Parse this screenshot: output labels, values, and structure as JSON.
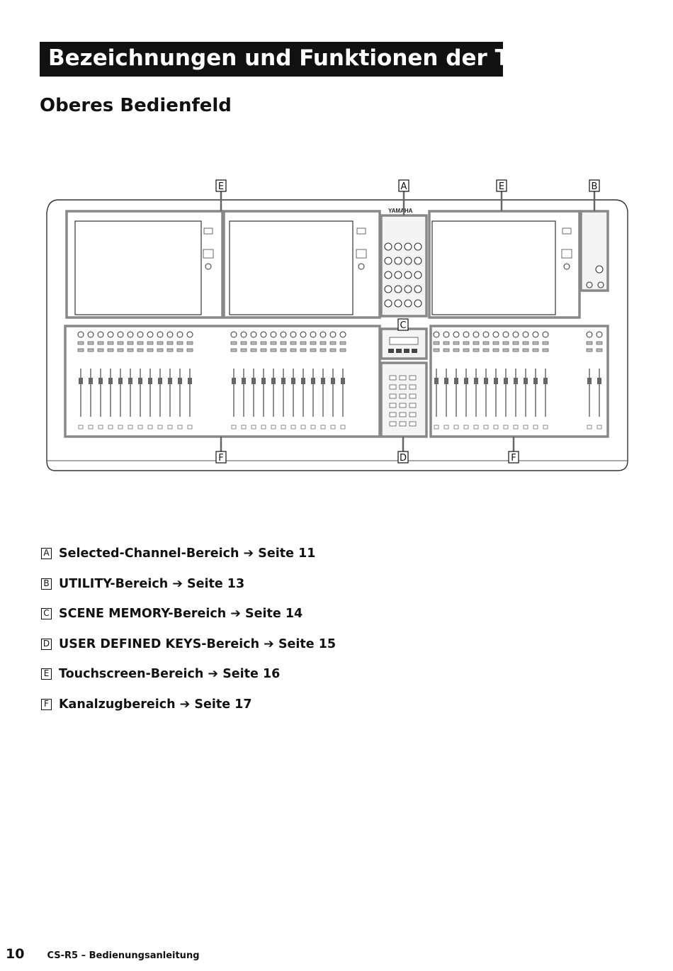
{
  "header": {
    "title": "Bezeichnungen und Funktionen der Teile",
    "subtitle": "Oberes Bedienfeld"
  },
  "diagram": {
    "brand": "YAMAHA",
    "callouts": [
      "E",
      "A",
      "E",
      "B",
      "C",
      "F",
      "D",
      "F"
    ]
  },
  "legend": [
    {
      "letter": "A",
      "text": "Selected-Channel-Bereich ➔ Seite 11"
    },
    {
      "letter": "B",
      "text": "UTILITY-Bereich ➔ Seite 13"
    },
    {
      "letter": "C",
      "text": "SCENE MEMORY-Bereich ➔ Seite 14"
    },
    {
      "letter": "D",
      "text": "USER DEFINED KEYS-Bereich ➔ Seite 15"
    },
    {
      "letter": "E",
      "text": "Touchscreen-Bereich ➔ Seite 16"
    },
    {
      "letter": "F",
      "text": "Kanalzugbereich ➔ Seite 17"
    }
  ],
  "footer": {
    "page_number": "10",
    "manual_title": "CS-R5 – Bedienungsanleitung"
  }
}
